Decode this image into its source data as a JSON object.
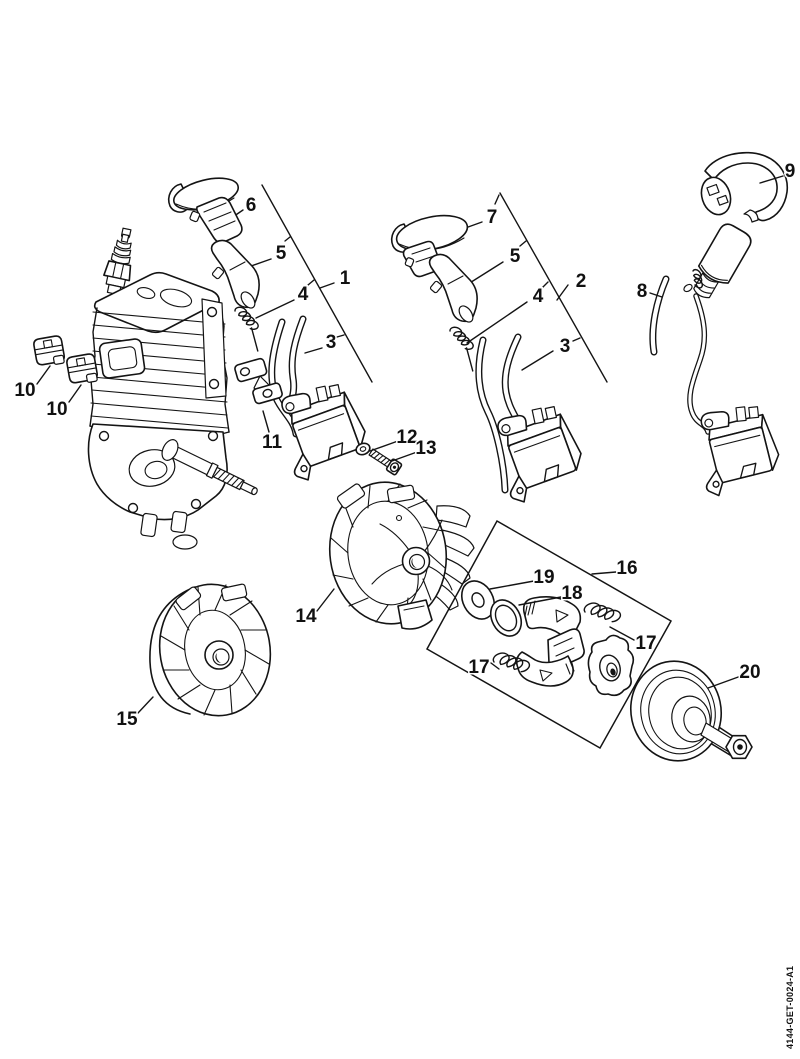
{
  "diagram": {
    "type": "exploded-parts-diagram",
    "drawing_number": "4144-GET-0024-A1",
    "background_color": "#ffffff",
    "line_color": "#141414",
    "callouts": {
      "n1": "1",
      "n2": "2",
      "n3": "3",
      "n4": "4",
      "n5": "5",
      "n6": "6",
      "n7": "7",
      "n8": "8",
      "n9": "9",
      "n10": "10",
      "n11": "11",
      "n12": "12",
      "n13": "13",
      "n14": "14",
      "n15": "15",
      "n16": "16",
      "n17": "17",
      "n18": "18",
      "n19": "19",
      "n20": "20"
    }
  }
}
